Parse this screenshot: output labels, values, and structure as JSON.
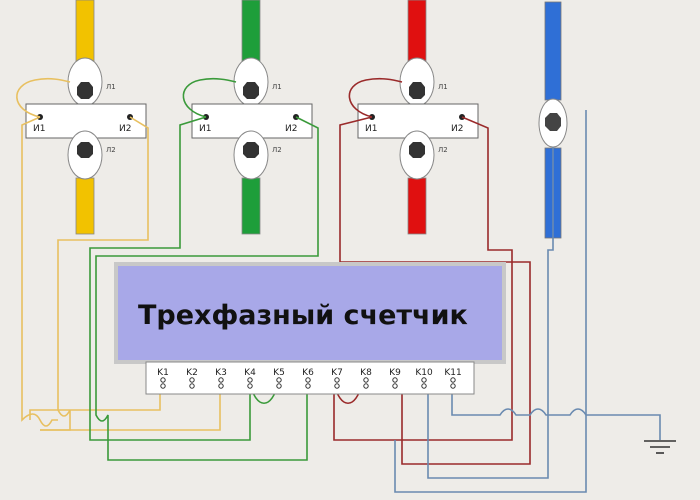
{
  "meter": {
    "title": "Трехфазный счетчик"
  },
  "terminals": [
    "K1",
    "K2",
    "K3",
    "K4",
    "K5",
    "K6",
    "K7",
    "K8",
    "K9",
    "K10",
    "K11"
  ],
  "transformers": [
    {
      "primary_top": "Л1",
      "primary_bottom": "Л2",
      "secondary_left": "И1",
      "secondary_right": "И2",
      "color": "#f2c200",
      "wire": "#e8c060"
    },
    {
      "primary_top": "Л1",
      "primary_bottom": "Л2",
      "secondary_left": "И1",
      "secondary_right": "И2",
      "color": "#1e9e3a",
      "wire": "#3a9a3a"
    },
    {
      "primary_top": "Л1",
      "primary_bottom": "Л2",
      "secondary_left": "И1",
      "secondary_right": "И2",
      "color": "#e01010",
      "wire": "#9a2a2a"
    }
  ],
  "neutral": {
    "color": "#2f6fd6",
    "wire": "#6a8ab0"
  },
  "colors": {
    "background": "#eeece8",
    "meter_panel": "#a8a8e8",
    "meter_border": "#c8c8c8"
  }
}
